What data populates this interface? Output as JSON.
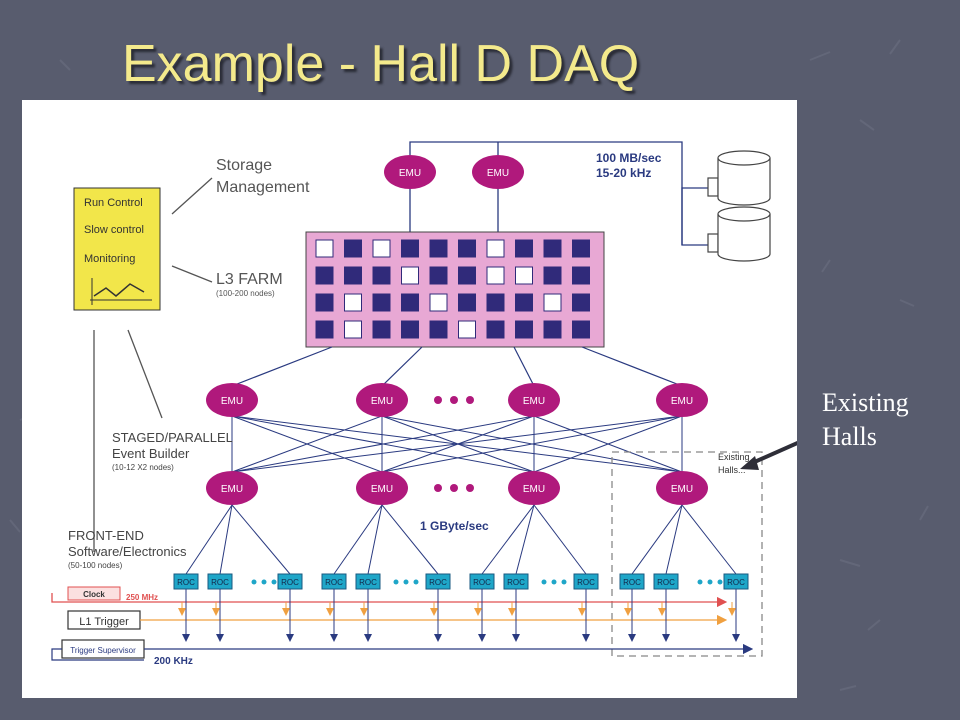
{
  "slide": {
    "title": "Example - Hall D DAQ",
    "side_note": "Existing\nHalls"
  },
  "colors": {
    "background": "#585c6e",
    "title": "#f4ea8c",
    "emu": "#b0197c",
    "roc": "#1fa6c8",
    "farm_bg": "#e8a8d4",
    "farm_cell_dark": "#302a7a",
    "control_panel": "#f2e64a",
    "clock_line": "#e05050",
    "trigger_line": "#f0a040",
    "line_dark": "#2a3a80"
  },
  "diagram": {
    "emu_label": "EMU",
    "roc_label": "ROC",
    "ellipsis": "• • •",
    "storage_label_1": "Storage",
    "storage_label_2": "Management",
    "rate_1": "100 MB/sec",
    "rate_2": "15-20 kHz",
    "control_panel": [
      "Run Control",
      "Slow control",
      "Monitoring"
    ],
    "l3_farm_label": "L3 FARM",
    "l3_farm_nodes": "(100-200 nodes)",
    "eb_label_1": "STAGED/PARALLEL",
    "eb_label_2": "Event Builder",
    "eb_nodes": "(10-12 X2 nodes)",
    "existing_halls_1": "Existing",
    "existing_halls_2": "Halls...",
    "gbyte": "1 GByte/sec",
    "fe_label_1": "FRONT-END",
    "fe_label_2": "Software/Electronics",
    "fe_nodes": "(50-100 nodes)",
    "clock": "Clock",
    "clock_rate": "250 MHz",
    "l1_trigger": "L1 Trigger",
    "trigger_supervisor": "Trigger Supervisor",
    "trigger_rate": "200 KHz"
  }
}
